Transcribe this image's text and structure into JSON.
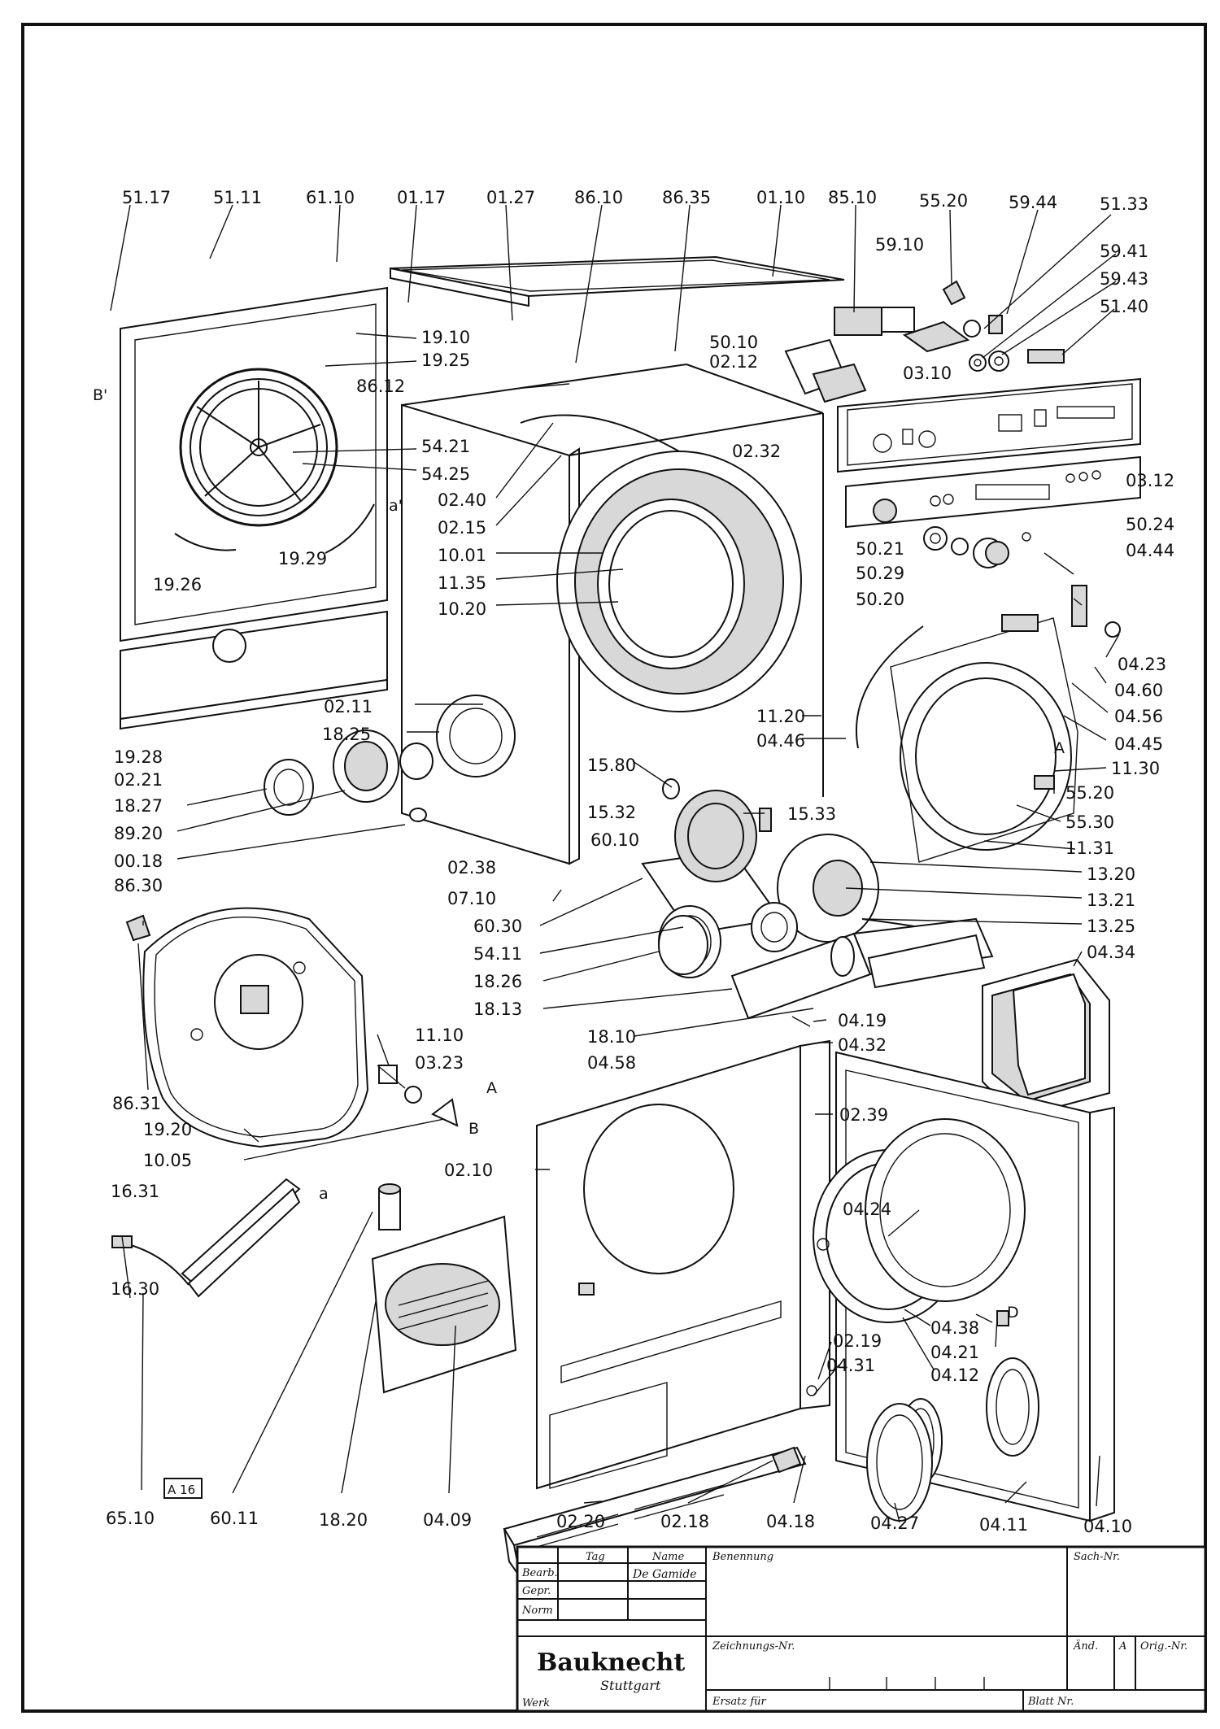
{
  "labels": {
    "p5117": "51.17",
    "p5111": "51.11",
    "p6110": "61.10",
    "p0117": "01.17",
    "p0127": "01.27",
    "p8610": "86.10",
    "p8635": "86.35",
    "p0110": "01.10",
    "p8510": "85.10",
    "p5520a": "55.20",
    "p5944": "59.44",
    "p5133": "51.33",
    "p5910": "59.10",
    "p5941": "59.41",
    "p5943": "59.43",
    "p5140": "51.40",
    "p1910": "19.10",
    "p1925": "19.25",
    "p5010": "50.10",
    "p0212": "02.12",
    "p8612": "86.12",
    "p0310": "03.10",
    "p5421": "54.21",
    "p5425": "54.25",
    "p0232": "02.32",
    "p0240": "02.40",
    "p0215": "02.15",
    "p0312": "03.12",
    "p5024": "50.24",
    "p0444": "04.44",
    "p1001": "10.01",
    "p1929": "19.29",
    "p1926": "19.26",
    "p5021": "50.21",
    "p5029": "50.29",
    "p1135": "11.35",
    "p5020": "50.20",
    "p1020": "10.20",
    "p0423": "04.23",
    "p0460": "04.60",
    "p0211": "02.11",
    "p1120": "11.20",
    "p0456": "04.56",
    "p1825": "18.25",
    "p0446": "04.46",
    "p0445": "04.45",
    "p1928": "19.28",
    "p0221": "02.21",
    "p1130": "11.30",
    "p1580": "15.80",
    "p1827": "18.27",
    "p1532": "15.32",
    "p5520b": "55.20",
    "p8920": "89.20",
    "p1533": "15.33",
    "p5530": "55.30",
    "p6010": "60.10",
    "p0018": "00.18",
    "p1131": "11.31",
    "p0238": "02.38",
    "p1320": "13.20",
    "p8630": "86.30",
    "p0710": "07.10",
    "p1321": "13.21",
    "p6030": "60.30",
    "p1325": "13.25",
    "p5411": "54.11",
    "p0434": "04.34",
    "p1826": "18.26",
    "p1813": "18.13",
    "p0419": "04.19",
    "p1810": "18.10",
    "p0432": "04.32",
    "p1110": "11.10",
    "p0458": "04.58",
    "p0323": "03.23",
    "p8631": "86.31",
    "p1920": "19.20",
    "p0239": "02.39",
    "p1005": "10.05",
    "p0210": "02.10",
    "p1631": "16.31",
    "p0424": "04.24",
    "p1630": "16.30",
    "p0438": "04.38",
    "p0421": "04.21",
    "p0219": "02.19",
    "p0431": "04.31",
    "p0412": "04.12",
    "p6510": "65.10",
    "p6011": "60.11",
    "p1820": "18.20",
    "p0409": "04.09",
    "p0220": "02.20",
    "p0218": "02.18",
    "p0418": "04.18",
    "p0427": "04.27",
    "p0411": "04.11",
    "p0410": "04.10"
  },
  "markers": {
    "A_top": "A",
    "A_right": "A",
    "B_left": "B'",
    "B_right": "B",
    "a_left": "a'",
    "a_small": "a",
    "D_small": "D"
  },
  "box_ref": "A 16",
  "title_block": {
    "col_tag": "Tag",
    "col_name": "Name",
    "benennung": "Benennung",
    "sach_nr": "Sach-Nr.",
    "row_bearb": "Bearb.",
    "row_gepr": "Gepr.",
    "row_norm": "Norm",
    "bearb_name": "De Gamide",
    "zeichnungs_nr": "Zeichnungs-Nr.",
    "aend": "Änd.",
    "aend_val": "A",
    "orig_nr": "Orig.-Nr.",
    "brand": "Bauknecht",
    "brand_city": "Stuttgart",
    "werk": "Werk",
    "ersatz_fuer": "Ersatz für",
    "blatt_nr": "Blatt Nr."
  }
}
